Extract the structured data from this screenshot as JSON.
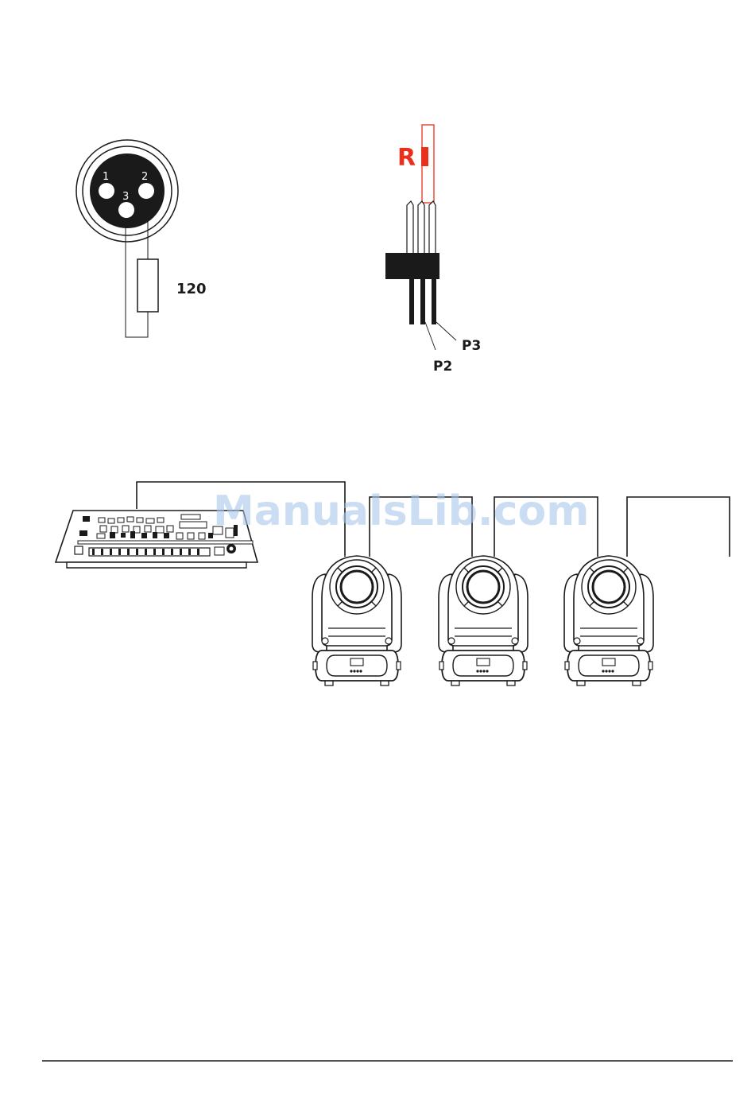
{
  "xlr_connector": {
    "pins": [
      "1",
      "2",
      "3"
    ],
    "resistor_label": "120"
  },
  "terminator": {
    "resistor_label": "R",
    "pin_labels": [
      "P2",
      "P3"
    ],
    "accent_color": "#e8301c"
  },
  "watermark": "ManualsLib.com",
  "chain": {
    "controller": "dmx-console-icon",
    "fixtures": [
      "moving-head-icon",
      "moving-head-icon",
      "moving-head-icon"
    ]
  }
}
